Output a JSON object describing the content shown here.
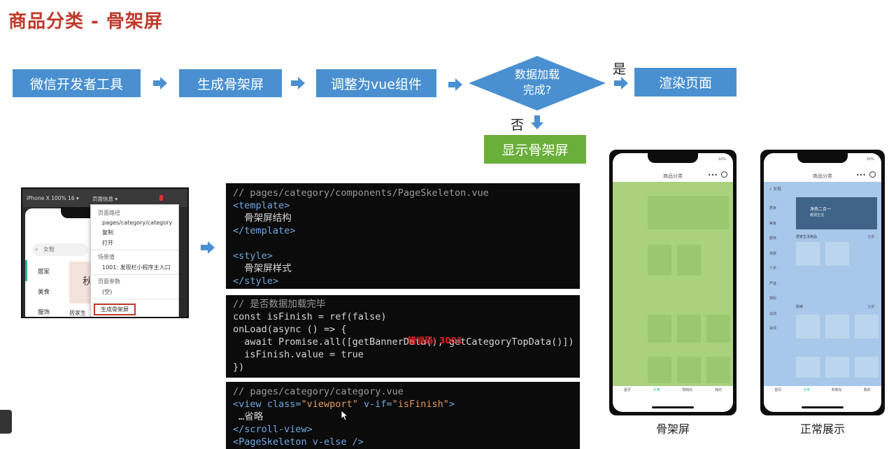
{
  "title": "商品分类 - 骨架屏",
  "flow": {
    "step1": "微信开发者工具",
    "step2": "生成骨架屏",
    "step3": "调整为vue组件",
    "decision_line1": "数据加载",
    "decision_line2": "完成?",
    "yes_label": "是",
    "no_label": "否",
    "render_page": "渲染页面",
    "show_skeleton": "显示骨架屏"
  },
  "devtools": {
    "device": "iPhone X 100% 16 ▾",
    "page_info": "页面信息 ▾",
    "search_placeholder": "女鞋",
    "menu": [
      "页面路径",
      "pages/category/category",
      "复制",
      "打开",
      "场景值",
      "1001: 发现栏小程序主入口",
      "页面参数",
      "(空)",
      "生成骨架屏"
    ],
    "sidebar": [
      "居家",
      "美食",
      "服饰"
    ],
    "banner_text": "秋",
    "bottom_text": "居家生"
  },
  "code1": {
    "l1": "// pages/category/components/PageSkeleton.vue",
    "l2": "<template>",
    "l3": "  骨架屏结构",
    "l4": "</template>",
    "l5": "",
    "l6": "<style>",
    "l7": "  骨架屏样式",
    "l8": "</style>"
  },
  "code2": {
    "l1": "// 是否数据加载完毕",
    "l2a": "const isFinish = ref(false)",
    "l3": "onLoad(async () => {",
    "l4": "  await Promise.all([getBannerData(), getCategoryTopData()])",
    "l5": "  isFinish.value = true",
    "l6": "})",
    "overlay": "错误码: 3001"
  },
  "code3": {
    "l1": "// pages/category/category.vue",
    "l2a": "<view class=",
    "l2b": "\"viewport\"",
    "l2c": " v-if=",
    "l2d": "\"isFinish\"",
    "l2e": ">",
    "l3": " …省略",
    "l4": "</scroll-view>",
    "l5": "<PageSkeleton v-else />"
  },
  "phones": {
    "status": "10%",
    "header": "商品分类",
    "skeleton_caption": "骨架屏",
    "normal_caption": "正常展示",
    "search": "女鞋",
    "categories": [
      "居家",
      "美食",
      "服饰",
      "母婴",
      "个护",
      "严选",
      "数码",
      "运动",
      "杂项"
    ],
    "banner_line1": "净热二合一",
    "banner_line2": "暖调生活",
    "section1": "居家生活用品",
    "section2": "收纳",
    "more": "全部 ›",
    "tabs": [
      "首页",
      "分类",
      "购物车",
      "我的"
    ]
  },
  "colors": {
    "flow_blue": "#4a90d0",
    "skeleton_green": "#6aaf3a",
    "title_red": "#c0392b"
  }
}
